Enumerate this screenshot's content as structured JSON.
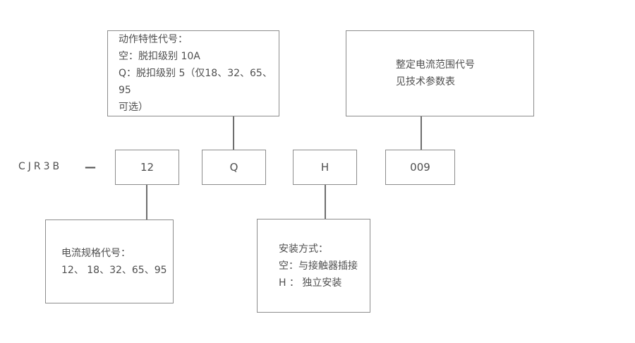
{
  "diagram": {
    "model_prefix": "CJR3B",
    "separator": "—",
    "code_boxes": [
      {
        "label": "12"
      },
      {
        "label": "Q"
      },
      {
        "label": "H"
      },
      {
        "label": "009"
      }
    ],
    "callouts": {
      "action_characteristic": {
        "lines": [
          "动作特性代号：",
          "空：脱扣级别 10A",
          "Q：脱扣级别 5（仅18、32、65、95",
          "可选）"
        ]
      },
      "current_range": {
        "lines": [
          "整定电流范围代号",
          "见技术参数表"
        ]
      },
      "current_spec": {
        "lines": [
          "电流规格代号：",
          "12、 18、32、65、95"
        ]
      },
      "mounting": {
        "lines": [
          "安装方式：",
          "空：与接触器插接",
          "H ： 独立安装"
        ]
      }
    },
    "colors": {
      "border": "#8c8c8c",
      "text": "#4f4f4f",
      "connector": "#6e6e6e",
      "background": "#ffffff"
    }
  }
}
